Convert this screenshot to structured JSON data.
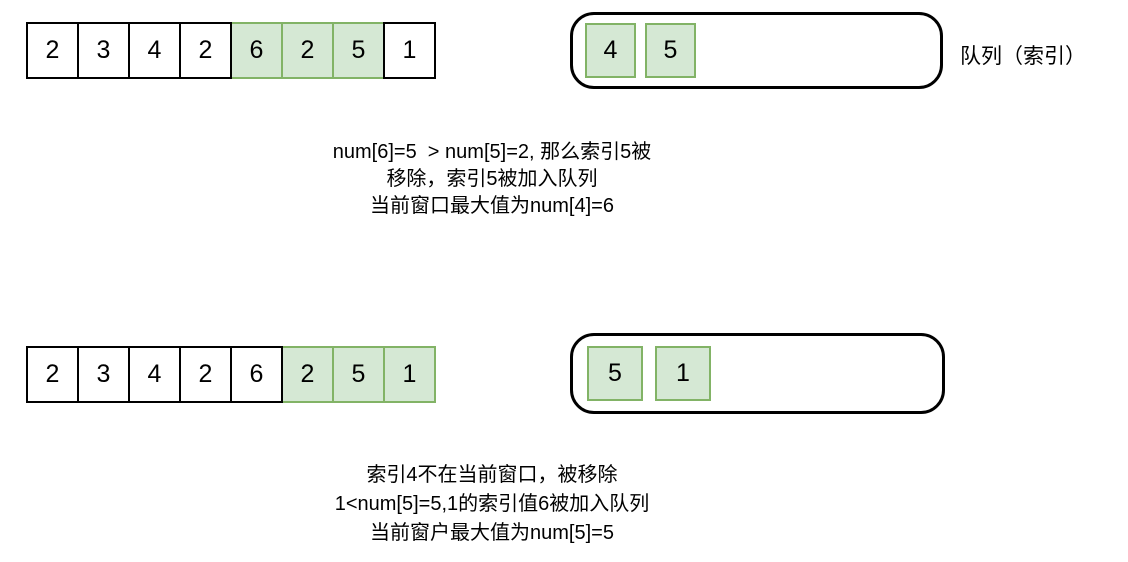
{
  "colors": {
    "highlight_fill": "#d5e8d4",
    "highlight_border": "#82b366",
    "stroke": "#000000",
    "background": "#ffffff"
  },
  "queue_label": "队列（索引）",
  "step1": {
    "array": {
      "values": [
        "2",
        "3",
        "4",
        "2",
        "6",
        "2",
        "5",
        "1"
      ],
      "highlighted_indices": [
        4,
        5,
        6
      ]
    },
    "queue": {
      "items": [
        "4",
        "5"
      ]
    },
    "caption_lines": [
      "num[6]=5  > num[5]=2, 那么索引5被",
      "移除，索引5被加入队列",
      "当前窗口最大值为num[4]=6"
    ]
  },
  "step2": {
    "array": {
      "values": [
        "2",
        "3",
        "4",
        "2",
        "6",
        "2",
        "5",
        "1"
      ],
      "highlighted_indices": [
        5,
        6,
        7
      ]
    },
    "queue": {
      "items": [
        "5",
        "1"
      ]
    },
    "caption_lines": [
      "索引4不在当前窗口，被移除",
      "1<num[5]=5,1的索引值6被加入队列",
      "当前窗户最大值为num[5]=5"
    ]
  }
}
